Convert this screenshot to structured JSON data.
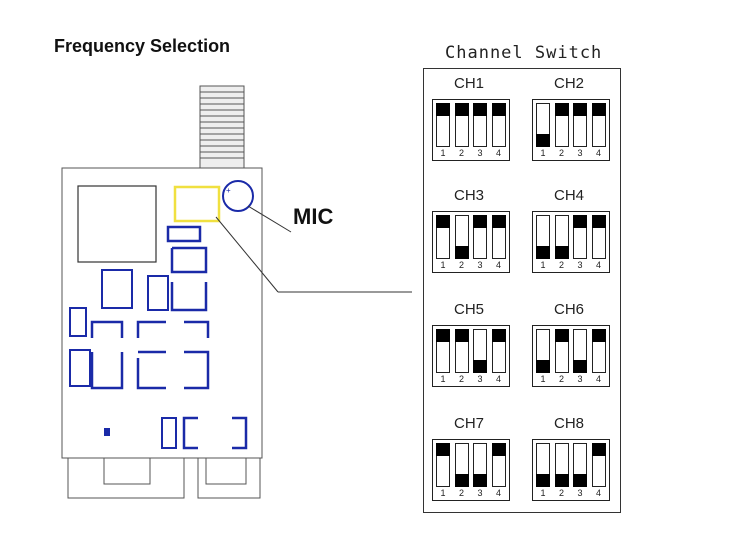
{
  "title": "Frequency Selection",
  "channel_switch_title": "Channel Switch",
  "mic_label": "MIC",
  "switch_numbers": [
    "1",
    "2",
    "3",
    "4"
  ],
  "channels": [
    {
      "label": "CH1",
      "positions": [
        "up",
        "up",
        "up",
        "up"
      ]
    },
    {
      "label": "CH2",
      "positions": [
        "down",
        "up",
        "up",
        "up"
      ]
    },
    {
      "label": "CH3",
      "positions": [
        "up",
        "down",
        "up",
        "up"
      ]
    },
    {
      "label": "CH4",
      "positions": [
        "down",
        "down",
        "up",
        "up"
      ]
    },
    {
      "label": "CH5",
      "positions": [
        "up",
        "up",
        "down",
        "up"
      ]
    },
    {
      "label": "CH6",
      "positions": [
        "down",
        "up",
        "down",
        "up"
      ]
    },
    {
      "label": "CH7",
      "positions": [
        "up",
        "down",
        "down",
        "up"
      ]
    },
    {
      "label": "CH8",
      "positions": [
        "down",
        "down",
        "down",
        "up"
      ]
    }
  ],
  "colors": {
    "component_blue": "#1a2aa8",
    "mic_highlight": "#f0e040",
    "outline": "#222222"
  }
}
